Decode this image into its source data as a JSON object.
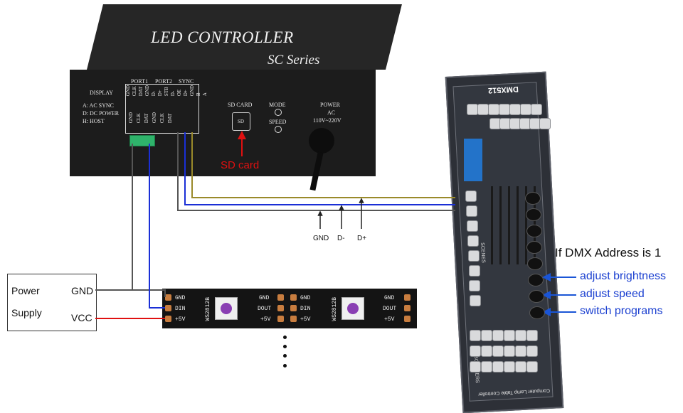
{
  "controller": {
    "title": "LED CONTROLLER",
    "subtitle": "SC  Series",
    "display_label": "DISPLAY",
    "display_modes": [
      "A: AC SYNC",
      "D: DC POWER",
      "H: HOST"
    ],
    "port_headers": [
      "PORT1",
      "PORT2",
      "SYNC"
    ],
    "port_row1": [
      "GND",
      "CLK",
      "DAT",
      "GND",
      "D-",
      "D+",
      "STB",
      "D-",
      "OE",
      "D+",
      "GND",
      "B",
      "A"
    ],
    "port_row2": [
      "GND",
      "CLK",
      "DAT",
      "GND",
      "CLK",
      "DAT"
    ],
    "sd_card_label": "SD CARD",
    "sd_slot_label": "SD",
    "mode_label": "MODE",
    "speed_label": "SPEED",
    "power_label": "POWER",
    "power_ac": "AC",
    "power_range": "110V~220V"
  },
  "annotations": {
    "sd_card": "SD card",
    "signal_labels": [
      "GND",
      "D-",
      "D+"
    ]
  },
  "power_supply": {
    "line1": "Power",
    "line2": "Supply",
    "gnd": "GND",
    "vcc": "VCC"
  },
  "strip": {
    "left_pads": [
      "GND",
      "DIN",
      "+5V"
    ],
    "chip_label": "WS2812B",
    "mid_out": [
      "GND",
      "DOUT",
      "+5V"
    ],
    "mid_in": [
      "GND",
      "DIN",
      "+5V"
    ],
    "right_out": [
      "DOUT"
    ],
    "right_labels": [
      "GND",
      "DOUT",
      "+5V"
    ]
  },
  "dmx": {
    "title": "DMX512",
    "scenes": "SCENES",
    "scanners": "SCANNERS",
    "footer": "Computer Lamp Table Controller"
  },
  "dmx_notes": {
    "heading": "If DMX Address is 1",
    "items": [
      "adjust brightness",
      "adjust speed",
      "switch programs"
    ]
  },
  "colors": {
    "wire_gray": "#555555",
    "wire_blue": "#1a2fd6",
    "wire_olive": "#9a8a2a",
    "wire_red": "#e01010",
    "arrow_blue": "#1a55d6",
    "arrow_red": "#e01010"
  }
}
